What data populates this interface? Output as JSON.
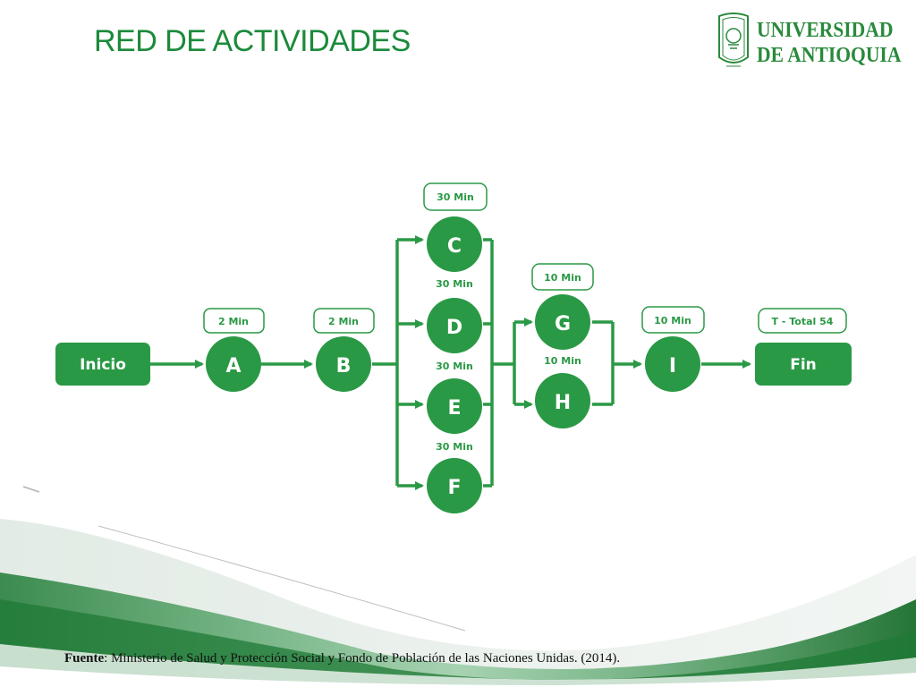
{
  "slide": {
    "title": "RED DE ACTIVIDADES",
    "logo": {
      "line1": "UNIVERSIDAD",
      "line2": "DE ANTIOQUIA"
    }
  },
  "diagram": {
    "start_label": "Inicio",
    "end_label": "Fin",
    "nodes": [
      {
        "id": "A",
        "label": "A",
        "duration": "2 Min"
      },
      {
        "id": "B",
        "label": "B",
        "duration": "2 Min"
      },
      {
        "id": "C",
        "label": "C",
        "duration": "30 Min"
      },
      {
        "id": "D",
        "label": "D",
        "duration": "30 Min"
      },
      {
        "id": "E",
        "label": "E",
        "duration": "30 Min"
      },
      {
        "id": "F",
        "label": "F",
        "duration": "30 Min"
      },
      {
        "id": "G",
        "label": "G",
        "duration": "10 Min"
      },
      {
        "id": "H",
        "label": "H",
        "duration": "10 Min"
      },
      {
        "id": "I",
        "label": "I",
        "duration": "10 Min"
      }
    ],
    "total_label": "T - Total 54",
    "colors": {
      "green": "#2a9945",
      "white": "#ffffff"
    }
  },
  "footer": {
    "source_label": "Fuente",
    "source_text": ": Ministerio  de Salud y Protección Social y Fondo de Población de las Naciones Unidas. (2014)."
  }
}
